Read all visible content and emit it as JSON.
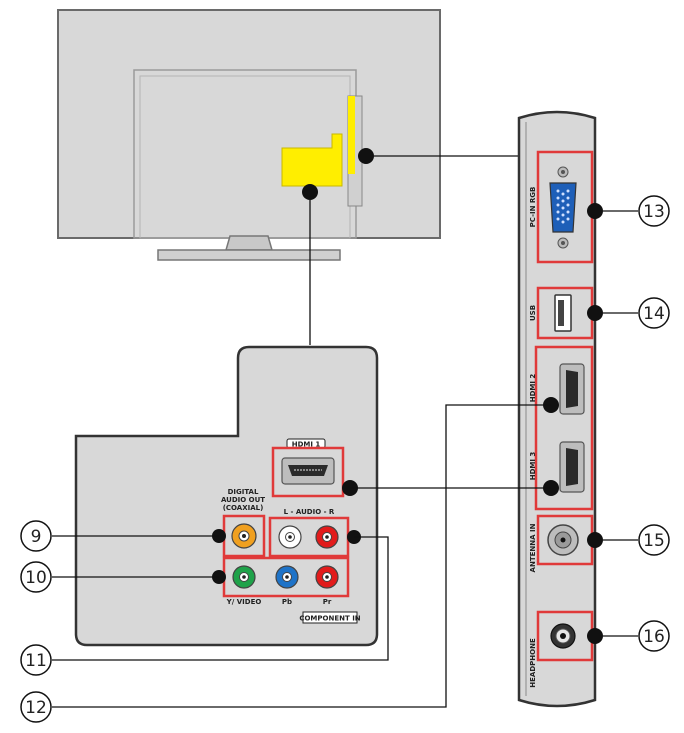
{
  "colors": {
    "highlight": "#e03a3a",
    "accent_yellow": "#ffee00",
    "panel_gray": "#d8d8d8",
    "panel_dark": "#6a6a6a",
    "rca_orange": "#f0a020",
    "rca_white": "#ffffff",
    "rca_red": "#e21b1b",
    "rca_green": "#1fa24a",
    "rca_blue": "#1e73c8"
  },
  "rear_panel": {
    "hdmi1": "HDMI 1",
    "digital_audio": [
      "DIGITAL",
      "AUDIO OUT",
      "(COAXIAL)"
    ],
    "audio_lr": "L - AUDIO - R",
    "y_video": "Y/ VIDEO",
    "pb": "Pb",
    "pr": "Pr",
    "component_in": "COMPONENT IN"
  },
  "side_panel": {
    "pc_in_rgb": "PC-IN RGB",
    "usb": "USB",
    "hdmi2": "HDMI 2",
    "hdmi3": "HDMI 3",
    "antenna_in": "ANTENNA IN",
    "headphone": "HEADPHONE"
  },
  "callouts": {
    "c9": "9",
    "c10": "10",
    "c11": "11",
    "c12": "12",
    "c13": "13",
    "c14": "14",
    "c15": "15",
    "c16": "16"
  },
  "icons": [
    "vga-port-icon",
    "usb-port-icon",
    "hdmi-port-icon",
    "rca-jack-icon",
    "antenna-jack-icon",
    "headphone-jack-icon"
  ]
}
